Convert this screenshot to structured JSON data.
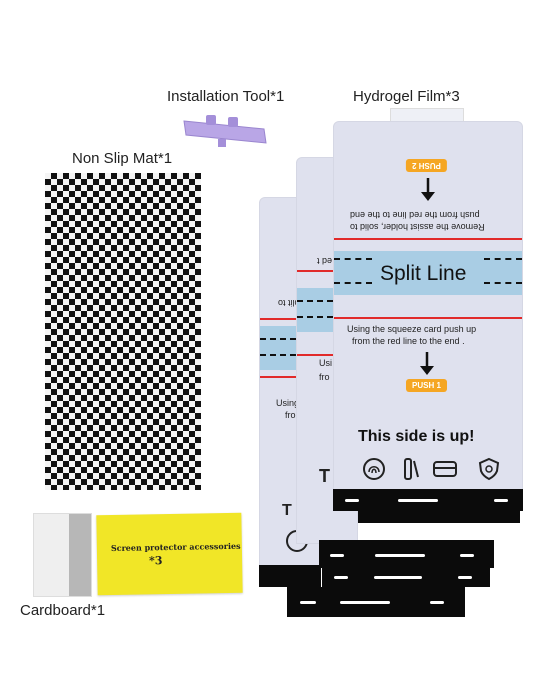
{
  "labels": {
    "installation_tool": "Installation Tool*1",
    "hydrogel_film": "Hydrogel Film*3",
    "non_slip_mat": "Non Slip Mat*1",
    "cardboard": "Cardboard*1"
  },
  "pouch": {
    "line1": "Screen protector accessories",
    "line2": "*3"
  },
  "film": {
    "push2": "PUSH 2",
    "push1": "PUSH 1",
    "top_instruction_line1": "Remove the assist holder, solid to",
    "top_instruction_line2": "push from the red line to the end",
    "split_line": "Split Line",
    "bottom_instruction_line1": "Using the squeeze card push up",
    "bottom_instruction_line2": "from the red line to the end .",
    "this_side_up": "This side is up!",
    "back_partial_1": "Using",
    "back_partial_2": "fro",
    "back_partial_3": "plit to",
    "back_partial_4": "T"
  },
  "colors": {
    "tool": "#b9a6e6",
    "pouch": "#f1e627",
    "band": "#a9cde4",
    "red_line": "#e12a2a",
    "push": "#f5a623"
  }
}
